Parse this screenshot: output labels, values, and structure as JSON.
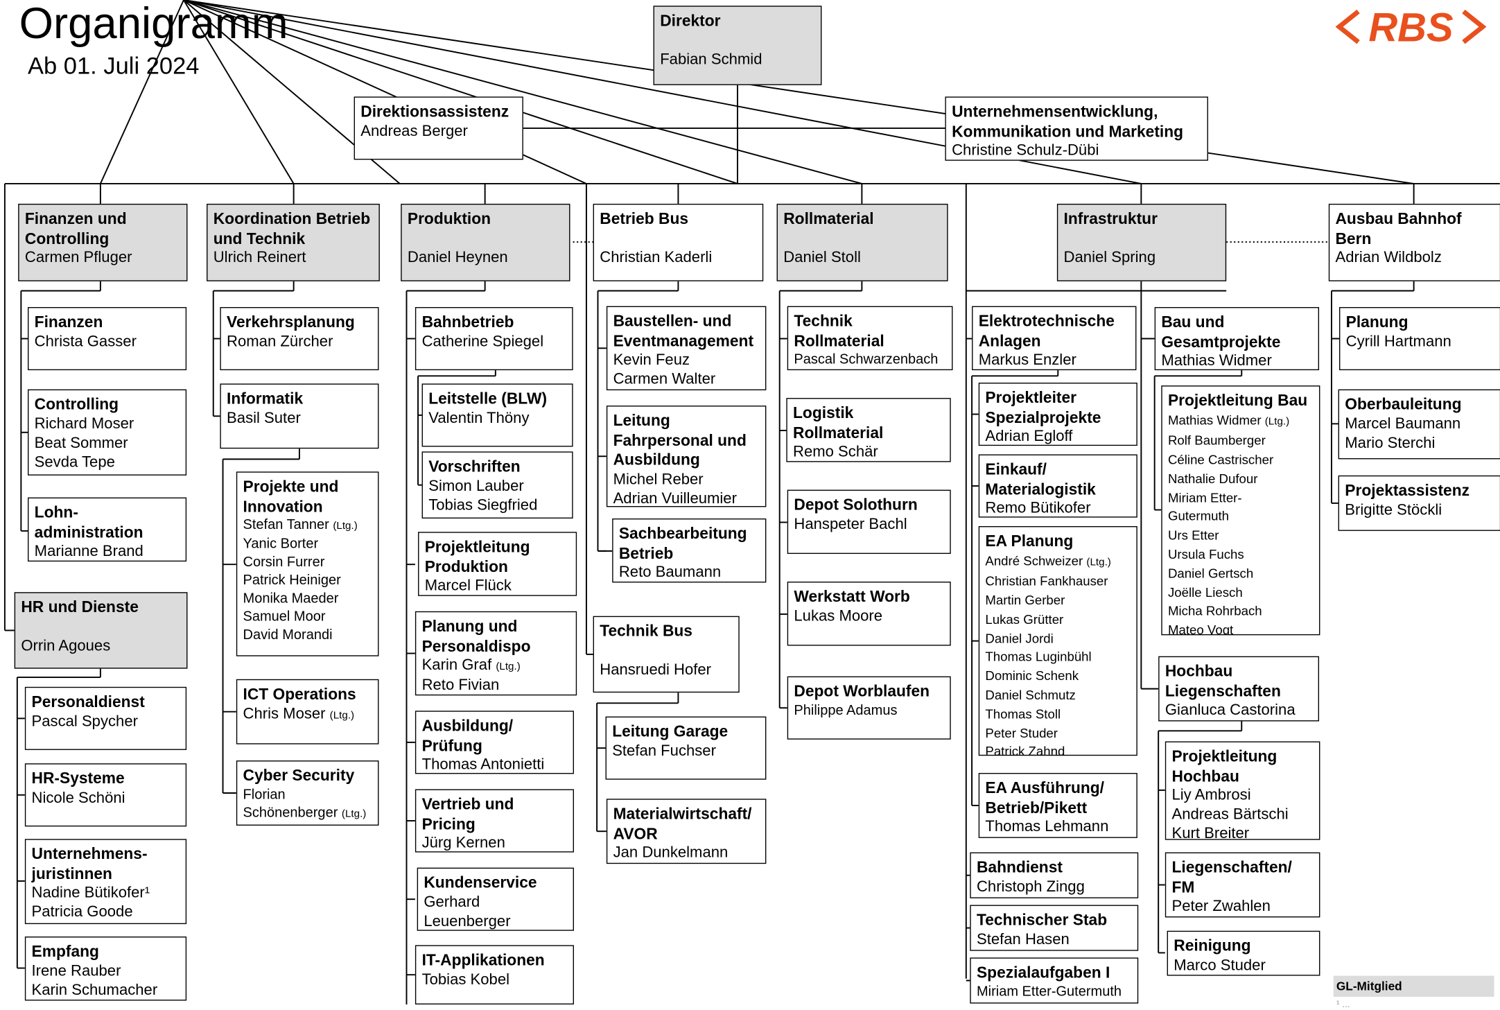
{
  "header": {
    "title": "Organigramm",
    "subtitle": "Ab 01. Juli 2024",
    "logo_text": "RBS",
    "logo_color": "#e8501e"
  },
  "colors": {
    "gl_fill": "#dcdcdc",
    "line": "#000000"
  },
  "legend": {
    "gl_member": "GL-Mitglied",
    "footnote": "¹ ..."
  },
  "units": {
    "direktor": {
      "title": "Direktor",
      "people": [
        "Fabian Schmid"
      ]
    },
    "assistenz": {
      "title": "Direktionsassistenz",
      "people": [
        "Andreas Berger"
      ]
    },
    "ukm": {
      "title": "Unternehmensentwicklung,\nKommunikation und Marketing",
      "people": [
        "Christine Schulz-Dübi"
      ]
    },
    "finanzen_controlling": {
      "title": "Finanzen und\nControlling",
      "people": [
        "Carmen Pfluger"
      ]
    },
    "finanzen": {
      "title": "Finanzen",
      "people": [
        "Christa Gasser"
      ]
    },
    "controlling": {
      "title": "Controlling",
      "people": [
        "Richard Moser",
        "Beat Sommer",
        "Sevda Tepe"
      ]
    },
    "lohnadmin": {
      "title": "Lohn-\nadministration",
      "people": [
        "Marianne Brand"
      ]
    },
    "hr_dienste": {
      "title": "HR und Dienste",
      "people": [
        "Orrin Agoues"
      ]
    },
    "personaldienst": {
      "title": "Personaldienst",
      "people": [
        "Pascal Spycher"
      ]
    },
    "hr_systeme": {
      "title": "HR-Systeme",
      "people": [
        "Nicole Schöni"
      ]
    },
    "juristinnen": {
      "title": "Unternehmens-\njuristinnen",
      "people": [
        "Nadine Bütikofer¹",
        "Patricia Goode"
      ]
    },
    "empfang": {
      "title": "Empfang",
      "people": [
        "Irene Rauber",
        "Karin Schumacher"
      ]
    },
    "koordination": {
      "title": "Koordination Betrieb\nund Technik",
      "people": [
        "Ulrich Reinert"
      ]
    },
    "verkehrsplanung": {
      "title": "Verkehrsplanung",
      "people": [
        "Roman Zürcher"
      ]
    },
    "informatik": {
      "title": "Informatik",
      "people": [
        "Basil Suter"
      ]
    },
    "projekte_innovation": {
      "title": "Projekte und\nInnovation",
      "people": [
        "Stefan Tanner (Ltg.)",
        "Yanic Borter",
        "Corsin Furrer",
        "Patrick Heiniger",
        "Monika Maeder",
        "Samuel Moor",
        "David Morandi"
      ]
    },
    "ict": {
      "title": "ICT Operations",
      "people": [
        "Chris Moser (Ltg.)"
      ]
    },
    "cyber": {
      "title": "Cyber Security",
      "people": [
        "Florian",
        "Schönenberger (Ltg.)"
      ]
    },
    "produktion": {
      "title": "Produktion",
      "people": [
        "Daniel Heynen"
      ]
    },
    "bahnbetrieb": {
      "title": "Bahnbetrieb",
      "people": [
        "Catherine Spiegel"
      ]
    },
    "leitstelle": {
      "title": "Leitstelle (BLW)",
      "people": [
        "Valentin Thöny"
      ]
    },
    "vorschriften": {
      "title": "Vorschriften",
      "people": [
        "Simon Lauber",
        "Tobias Siegfried"
      ]
    },
    "pl_produktion": {
      "title": "Projektleitung\nProduktion",
      "people": [
        "Marcel Flück"
      ]
    },
    "planung_dispo": {
      "title": "Planung und\nPersonaldispo",
      "people": [
        "Karin Graf (Ltg.)",
        "Reto Fivian"
      ]
    },
    "ausbildung": {
      "title": "Ausbildung/\nPrüfung",
      "people": [
        "Thomas Antonietti"
      ]
    },
    "vertrieb": {
      "title": "Vertrieb und\nPricing",
      "people": [
        "Jürg Kernen"
      ]
    },
    "kundenservice": {
      "title": "Kundenservice",
      "people": [
        "Gerhard",
        "Leuenberger"
      ]
    },
    "it_app": {
      "title": "IT-Applikationen",
      "people": [
        "Tobias Kobel"
      ]
    },
    "betrieb_bus": {
      "title": "Betrieb Bus",
      "people": [
        "Christian Kaderli"
      ]
    },
    "baustellen": {
      "title": "Baustellen- und\nEventmanagement",
      "people": [
        "Kevin Feuz",
        "Carmen Walter"
      ]
    },
    "leitung_fahrpersonal": {
      "title": "Leitung\nFahrpersonal und\nAusbildung",
      "people": [
        "Michel Reber",
        "Adrian Vuilleumier"
      ]
    },
    "sachbearbeitung": {
      "title": "Sachbearbeitung\nBetrieb",
      "people": [
        "Reto Baumann"
      ]
    },
    "technik_bus": {
      "title": "Technik Bus",
      "people": [
        "Hansruedi Hofer"
      ]
    },
    "leitung_garage": {
      "title": "Leitung Garage",
      "people": [
        "Stefan Fuchser"
      ]
    },
    "materialwirtschaft": {
      "title": "Materialwirtschaft/\nAVOR",
      "people": [
        "Jan Dunkelmann"
      ]
    },
    "rollmaterial": {
      "title": "Rollmaterial",
      "people": [
        "Daniel Stoll"
      ]
    },
    "technik_rollmaterial": {
      "title": "Technik\nRollmaterial",
      "people": [
        "Pascal Schwarzenbach"
      ]
    },
    "logistik_rollmaterial": {
      "title": "Logistik\nRollmaterial",
      "people": [
        "Remo Schär"
      ]
    },
    "depot_solothurn": {
      "title": "Depot Solothurn",
      "people": [
        "Hanspeter Bachl"
      ]
    },
    "werkstatt_worb": {
      "title": "Werkstatt Worb",
      "people": [
        "Lukas Moore"
      ]
    },
    "depot_worblaufen": {
      "title": "Depot Worblaufen",
      "people": [
        "Philippe Adamus"
      ]
    },
    "infrastruktur": {
      "title": "Infrastruktur",
      "people": [
        "Daniel Spring"
      ]
    },
    "elektrotechnik": {
      "title": "Elektrotechnische\nAnlagen",
      "people": [
        "Markus Enzler"
      ]
    },
    "pl_spezial": {
      "title": "Projektleiter\nSpezialprojekte",
      "people": [
        "Adrian Egloff"
      ]
    },
    "einkauf": {
      "title": "Einkauf/\nMaterialogistik",
      "people": [
        "Remo Bütikofer"
      ]
    },
    "ea_planung": {
      "title": "EA Planung",
      "people": [
        "André Schweizer (Ltg.)",
        "Christian Fankhauser",
        "Martin Gerber",
        "Lukas Grütter",
        "Daniel Jordi",
        "Thomas Luginbühl",
        "Dominic Schenk",
        "Daniel Schmutz",
        "Thomas Stoll",
        "Peter Studer",
        "Patrick Zahnd"
      ]
    },
    "ea_ausfuehrung": {
      "title": "EA Ausführung/\nBetrieb/Pikett",
      "people": [
        "Thomas Lehmann"
      ]
    },
    "bahndienst": {
      "title": "Bahndienst",
      "people": [
        "Christoph Zingg"
      ]
    },
    "tech_stab": {
      "title": "Technischer Stab",
      "people": [
        "Stefan Hasen"
      ]
    },
    "spezialaufgaben": {
      "title": "Spezialaufgaben I",
      "people": [
        "Miriam Etter-Gutermuth"
      ]
    },
    "bau_gesamt": {
      "title": "Bau und\nGesamtprojekte",
      "people": [
        "Mathias Widmer"
      ]
    },
    "pl_bau": {
      "title": "Projektleitung Bau",
      "people": [
        "Mathias Widmer (Ltg.)",
        "Rolf Baumberger",
        "Céline Castrischer",
        "Nathalie Dufour",
        "Miriam Etter-",
        "Gutermuth",
        "Urs Etter",
        "Ursula Fuchs",
        "Daniel Gertsch",
        "Joëlle Liesch",
        "Micha Rohrbach",
        "Mateo Vogt"
      ]
    },
    "hochbau_liegenschaften": {
      "title": "Hochbau\nLiegenschaften",
      "people": [
        "Gianluca Castorina"
      ]
    },
    "pl_hochbau": {
      "title": "Projektleitung\nHochbau",
      "people": [
        "Liy Ambrosi",
        "Andreas Bärtschi",
        "Kurt Breiter"
      ]
    },
    "liegenschaften_fm": {
      "title": "Liegenschaften/\nFM",
      "people": [
        "Peter Zwahlen"
      ]
    },
    "reinigung": {
      "title": "Reinigung",
      "people": [
        "Marco Studer"
      ]
    },
    "ausbau_bern": {
      "title": "Ausbau Bahnhof\nBern",
      "people": [
        "Adrian Wildbolz"
      ]
    },
    "planung_bern": {
      "title": "Planung",
      "people": [
        "Cyrill Hartmann"
      ]
    },
    "oberbauleitung": {
      "title": "Oberbauleitung",
      "people": [
        "Marcel Baumann",
        "Mario Sterchi"
      ]
    },
    "projektassistenz": {
      "title": "Projektassistenz",
      "people": [
        "Brigitte Stöckli"
      ]
    }
  }
}
